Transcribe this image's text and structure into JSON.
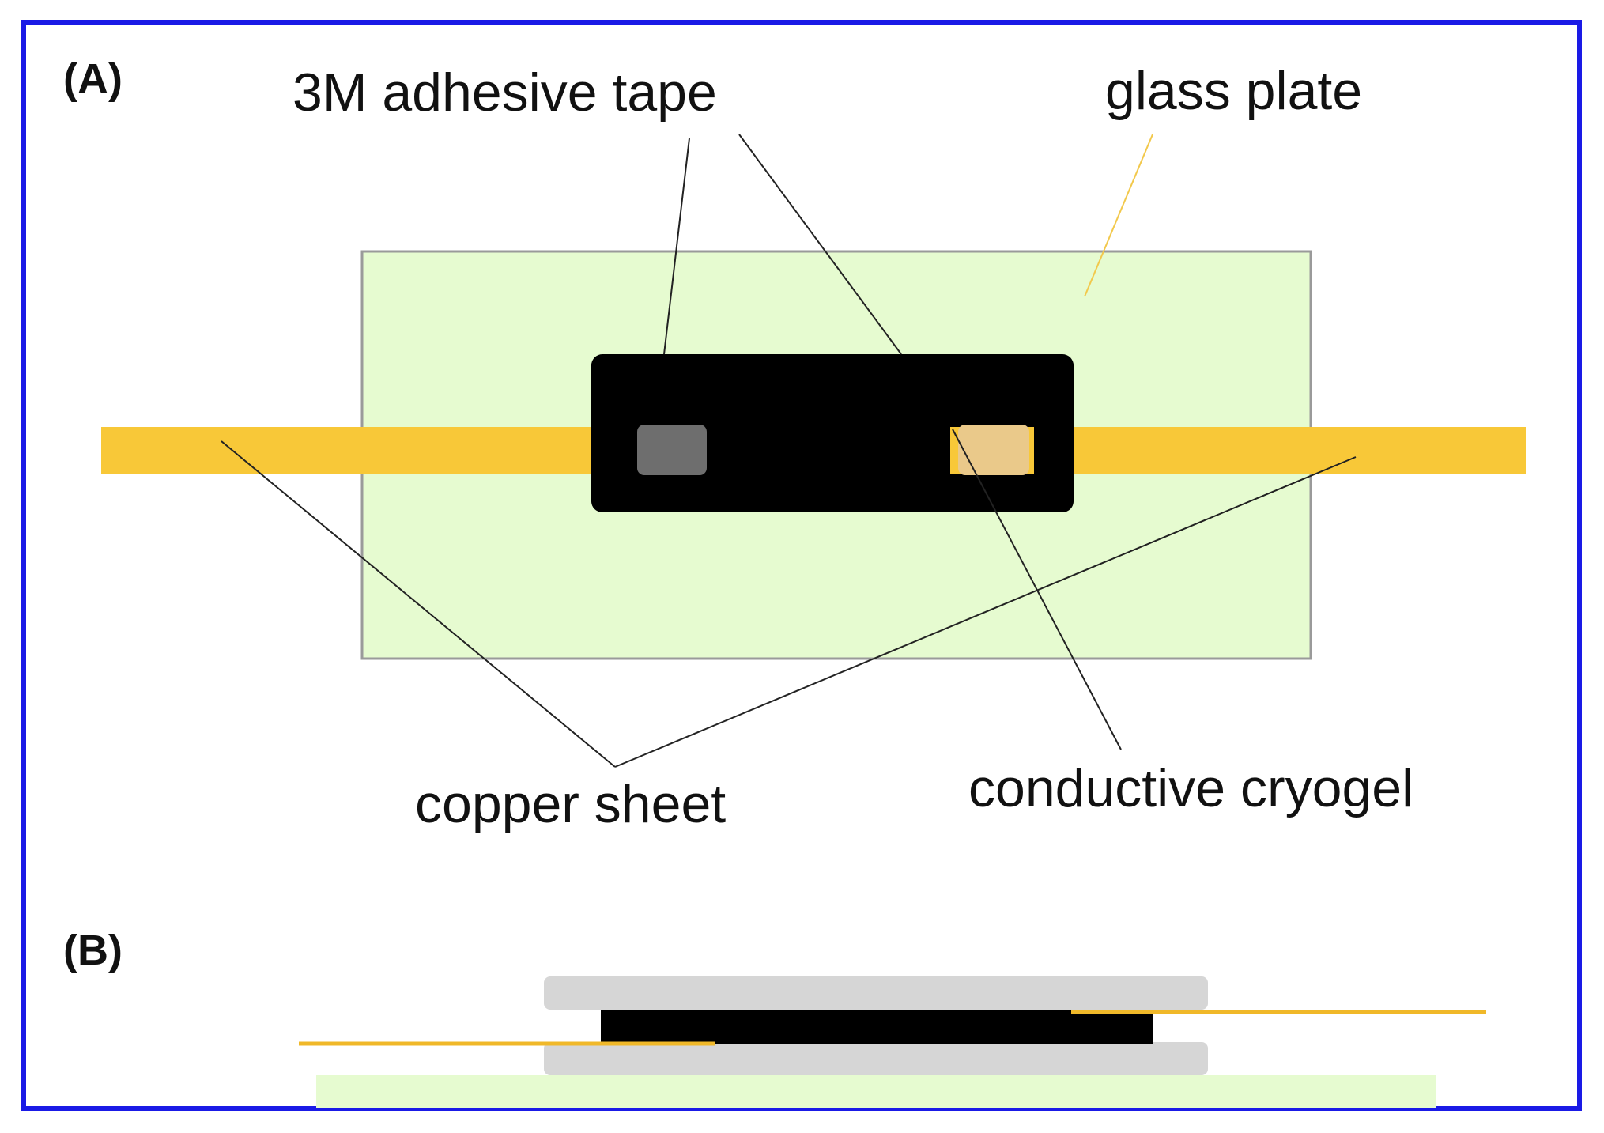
{
  "panels": {
    "a": "(A)",
    "b": "(B)"
  },
  "labels": {
    "tape": "3M adhesive tape",
    "glass": "glass plate",
    "copper": "copper sheet",
    "cryogel": "conductive cryogel"
  },
  "colors": {
    "frame": "#1a1ae6",
    "glass": "#e6fbd0",
    "copper": "#f8c838",
    "tape": "#000000",
    "cryogel_left": "#6e6e6e",
    "cryogel_right": "#eac98a",
    "cross_plate": "#d6d6d6"
  }
}
